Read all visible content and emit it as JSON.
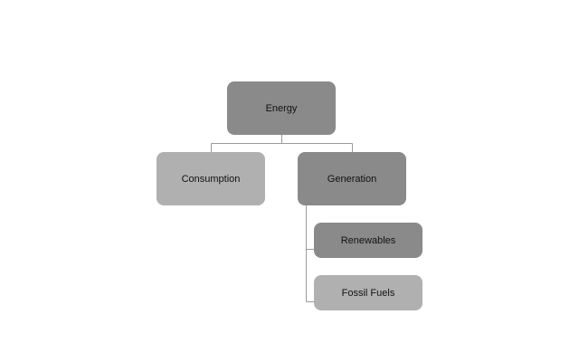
{
  "tree": {
    "root": {
      "label": "Energy"
    },
    "children": [
      {
        "label": "Consumption"
      },
      {
        "label": "Generation",
        "children": [
          {
            "label": "Renewables"
          },
          {
            "label": "Fossil Fuels"
          }
        ]
      }
    ]
  },
  "colors": {
    "dark_node": "#8a8a8a",
    "light_node": "#b0b0b0",
    "connector": "#9a9a9a"
  }
}
